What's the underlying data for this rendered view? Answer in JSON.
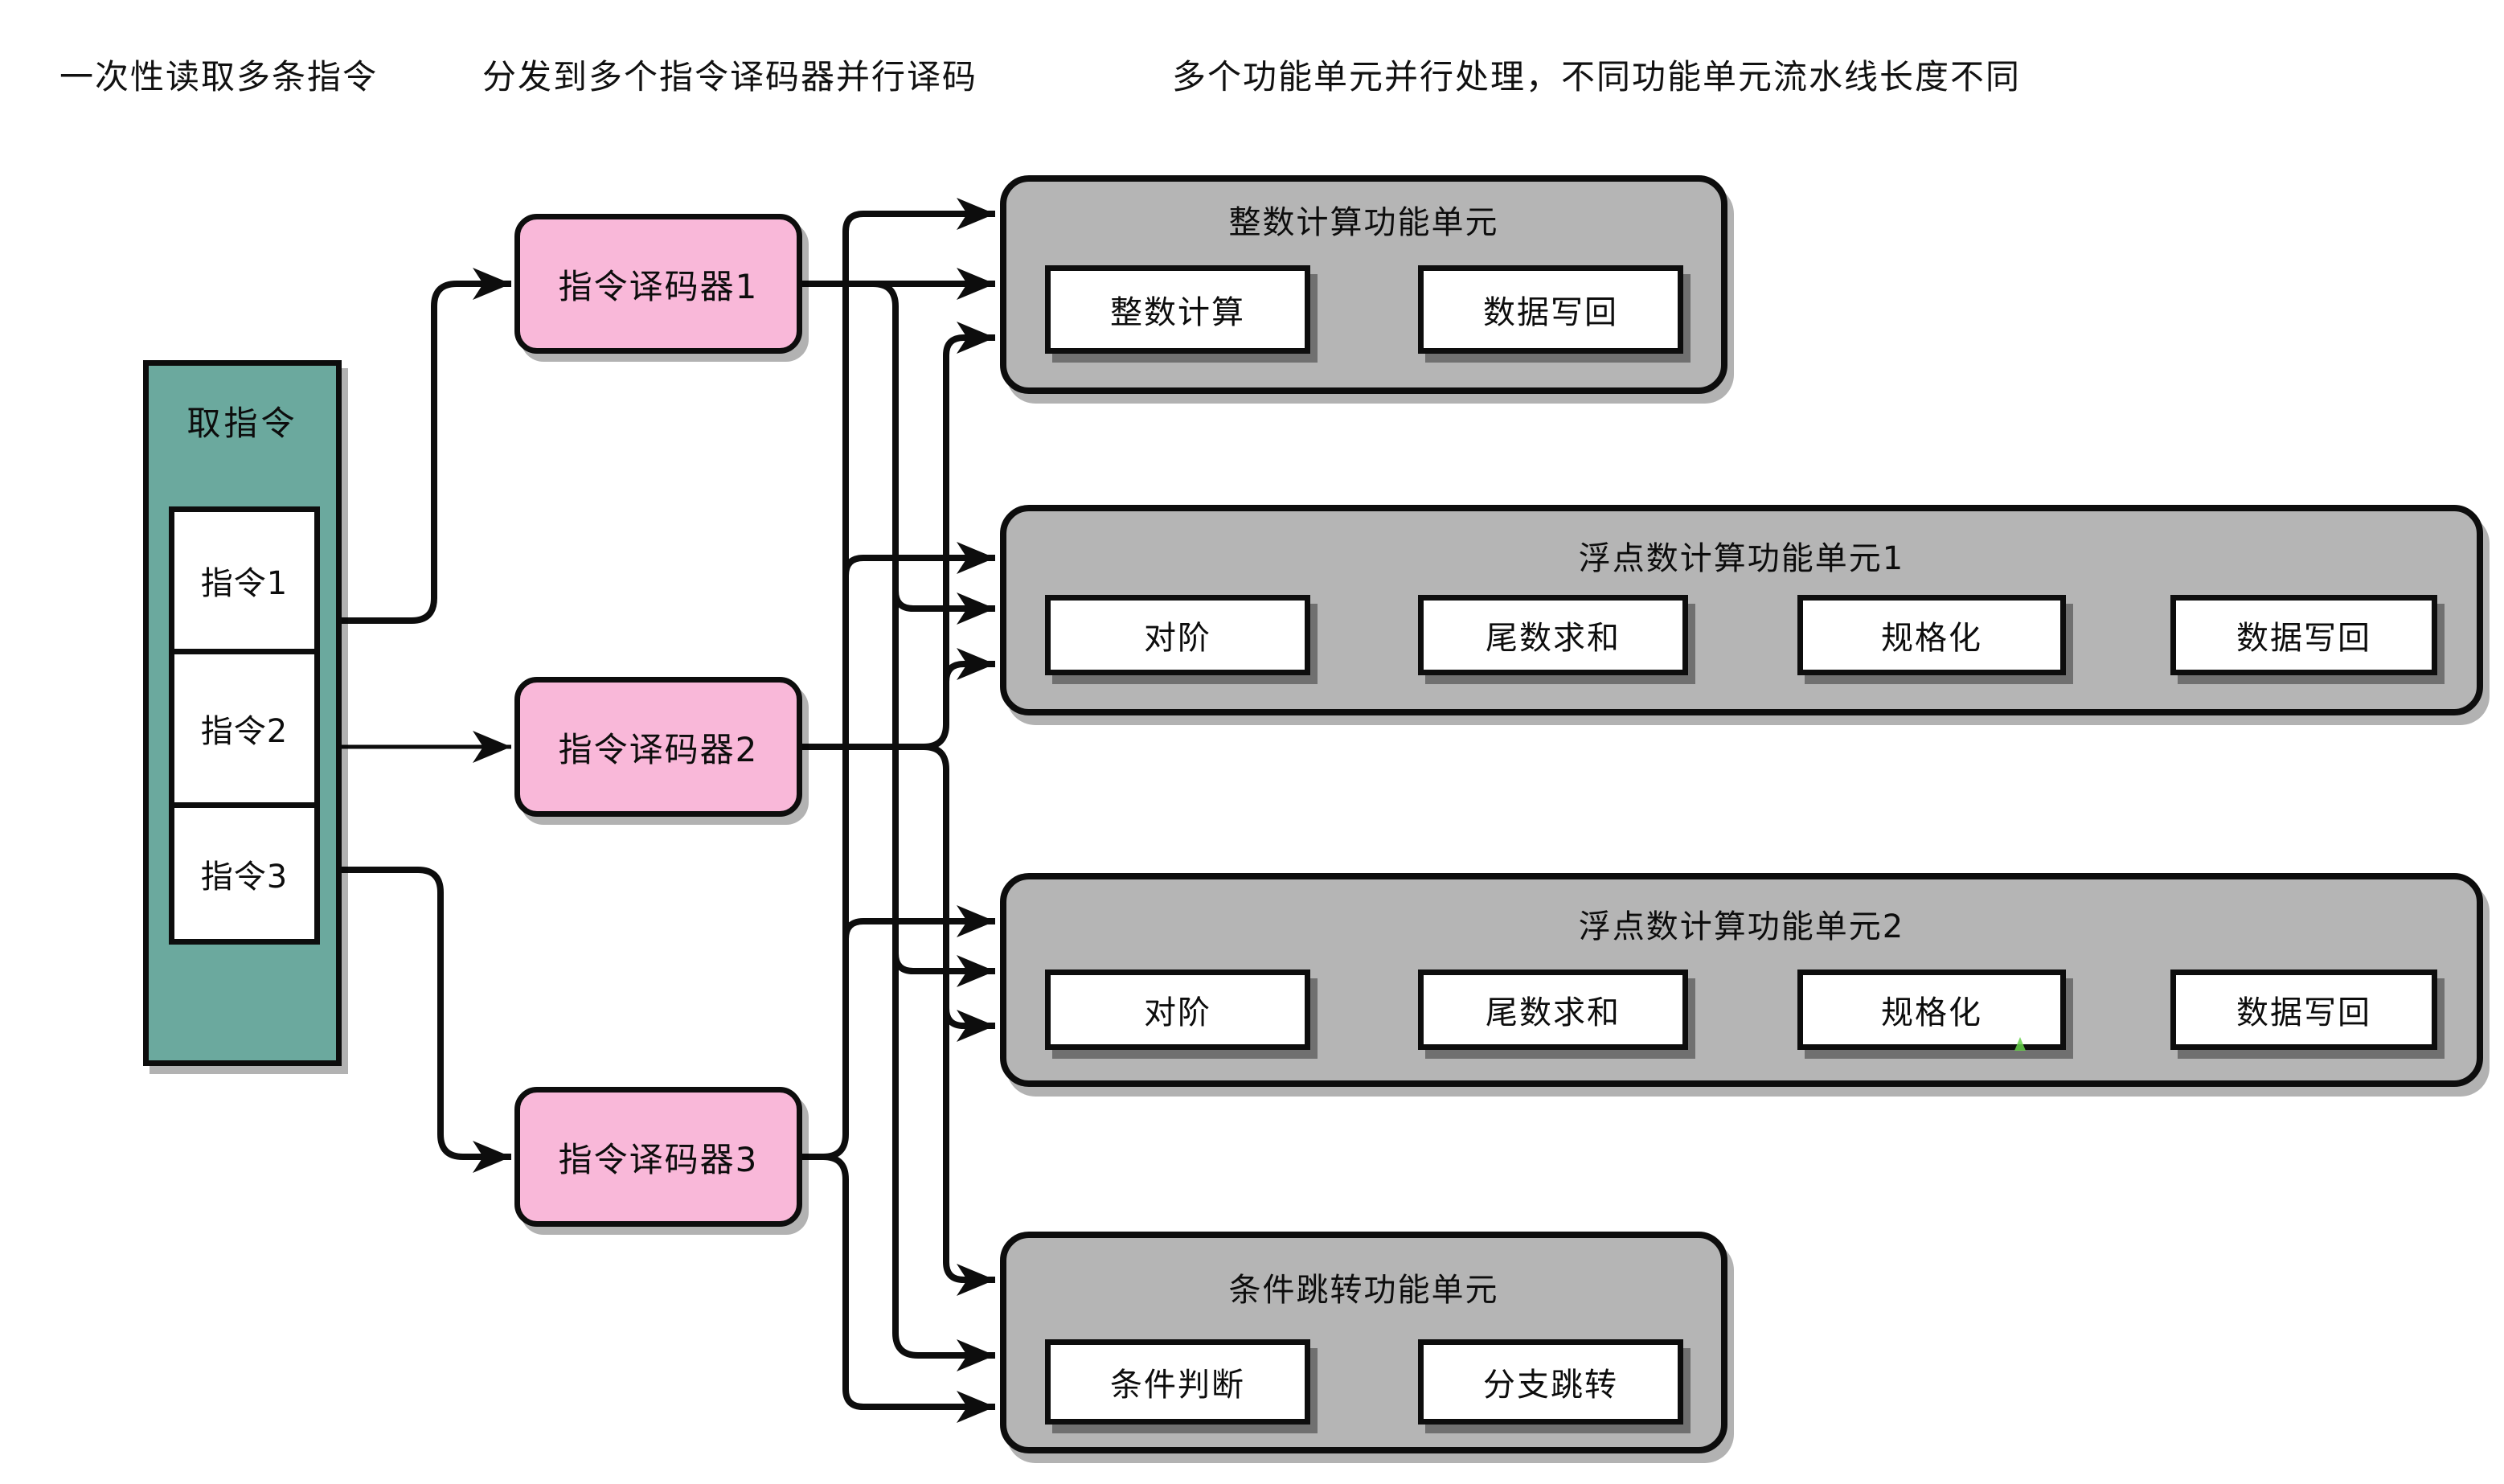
{
  "annotations": [
    {
      "text": "一次性读取多条指令"
    },
    {
      "text": "分发到多个指令译码器并行译码"
    },
    {
      "text": "多个功能单元并行处理，不同功能单元流水线长度不同"
    }
  ],
  "fetch": {
    "title": "取指令",
    "instructions": [
      {
        "label": "指令1"
      },
      {
        "label": "指令2"
      },
      {
        "label": "指令3"
      }
    ]
  },
  "decoders": [
    {
      "label": "指令译码器1"
    },
    {
      "label": "指令译码器2"
    },
    {
      "label": "指令译码器3"
    }
  ],
  "units": [
    {
      "title": "整数计算功能单元",
      "stages": [
        "整数计算",
        "数据写回"
      ]
    },
    {
      "title": "浮点数计算功能单元1",
      "stages": [
        "对阶",
        "尾数求和",
        "规格化",
        "数据写回"
      ]
    },
    {
      "title": "浮点数计算功能单元2",
      "stages": [
        "对阶",
        "尾数求和",
        "规格化",
        "数据写回"
      ]
    },
    {
      "title": "条件跳转功能单元",
      "stages": [
        "条件判断",
        "分支跳转"
      ]
    }
  ],
  "colors": {
    "fetch_fill": "#6BA99E",
    "decoder_fill": "#F9B8D9",
    "unit_fill": "#B5B5B5",
    "stage_fill": "#FFFFFF",
    "line": "#0D0D0D",
    "artifact_green": "#66D24A"
  }
}
